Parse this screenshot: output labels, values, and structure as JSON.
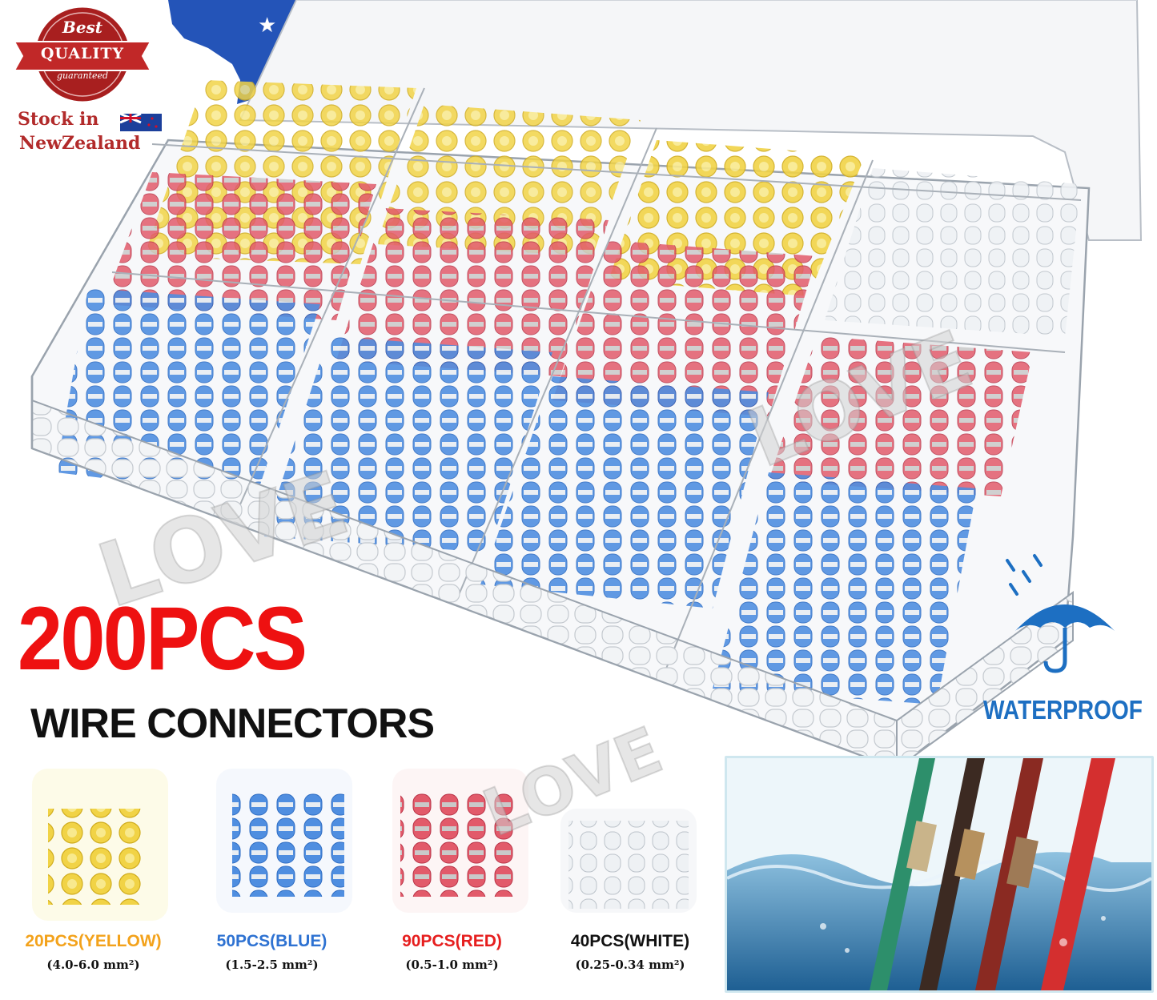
{
  "badge": {
    "best": "Best",
    "quality": "QUALITY",
    "guaranteed": "guaranteed",
    "color": "#a81f1f"
  },
  "stock": {
    "line1": "Stock in",
    "line2": "NewZealand",
    "color": "#b22b2b"
  },
  "headline": {
    "count": "200PCS",
    "subtitle": "WIRE CONNECTORS",
    "count_color": "#ee1111"
  },
  "waterproof": {
    "label": "WATERPROOF",
    "icon": "umbrella-rain-icon",
    "color": "#1d6fc2"
  },
  "products": [
    {
      "caption": "20PCS(YELLOW)",
      "spec": "(4.0-6.0 mm²)",
      "color": "#f3a21b",
      "icon": "yellow-connector-bundle"
    },
    {
      "caption": "50PCS(BLUE)",
      "spec": "(1.5-2.5 mm²)",
      "color": "#2e72d2",
      "icon": "blue-connector-bundle"
    },
    {
      "caption": "90PCS(RED)",
      "spec": "(0.5-1.0 mm²)",
      "color": "#e61e1e",
      "icon": "red-connector-bundle"
    },
    {
      "caption": "40PCS(WHITE)",
      "spec": "(0.25-0.34 mm²)",
      "color": "#111111",
      "icon": "white-connector-bundle"
    }
  ],
  "watermark": {
    "text": "LOVE"
  }
}
